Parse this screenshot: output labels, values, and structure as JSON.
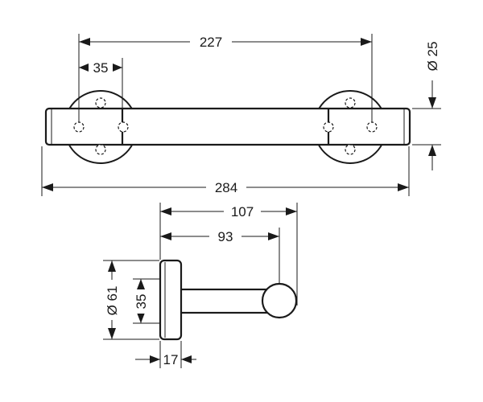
{
  "dimensions": {
    "overall_width": "284",
    "hole_spacing": "227",
    "rosette_offset": "35",
    "tube_diameter": "Ø 25",
    "projection_total": "107",
    "projection_axis": "93",
    "rosette_diameter": "Ø 61",
    "rosette_inner": "35",
    "rosette_depth": "17"
  },
  "colors": {
    "line": "#1a1a1a",
    "background": "#ffffff"
  }
}
